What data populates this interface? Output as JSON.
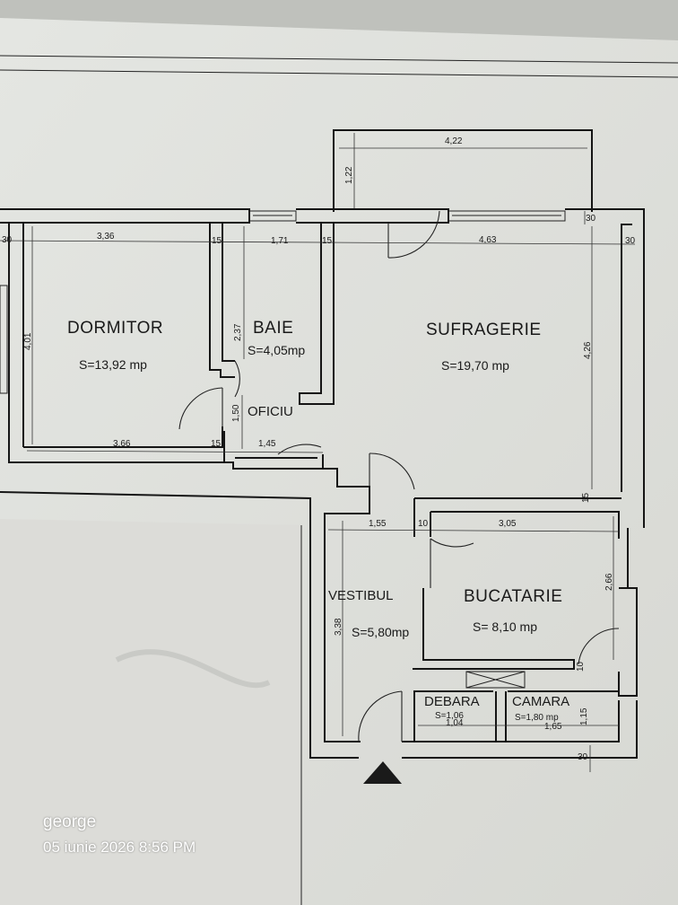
{
  "rooms": {
    "dormitor": {
      "name": "DORMITOR",
      "area": "S=13,92 mp"
    },
    "baie": {
      "name": "BAIE",
      "area": "S=4,05mp"
    },
    "oficiu": {
      "name": "OFICIU"
    },
    "sufragerie": {
      "name": "SUFRAGERIE",
      "area": "S=19,70 mp"
    },
    "vestibul": {
      "name": "VESTIBUL",
      "area": "S=5,80mp"
    },
    "bucatarie": {
      "name": "BUCATARIE",
      "area": "S= 8,10 mp"
    },
    "debara": {
      "name": "DEBARA",
      "area": "S=1,06"
    },
    "camara": {
      "name": "CAMARA",
      "area": "S=1,80 mp"
    }
  },
  "dimensions": {
    "balcony_width": "4,22",
    "balcony_depth": "1,22",
    "wall_left": "30",
    "dormitor_width": "3,36",
    "wall_15_a": "15",
    "baie_width": "1,71",
    "wall_15_b": "15",
    "sufragerie_width": "4,63",
    "wall_right": "30",
    "wall_30_top": "30",
    "dormitor_height": "4,01",
    "baie_height": "2,37",
    "sufragerie_height": "4,26",
    "oficiu_height": "1,50",
    "dormitor_bottom": "3,66",
    "wall_15_c": "15",
    "oficiu_width": "1,45",
    "vestibul_width": "1,55",
    "wall_10": "10",
    "bucatarie_width": "3,05",
    "wall_15_d": "15",
    "bucatarie_height": "2,66",
    "vestibul_height": "3,38",
    "wall_10_b": "10",
    "debara_width": "1,04",
    "camara_width": "1,65",
    "camara_height": "1,15",
    "wall_30_bottom": "30"
  },
  "stamp": {
    "author": "george",
    "datetime": "05 iunie 2026 8:56 PM"
  }
}
